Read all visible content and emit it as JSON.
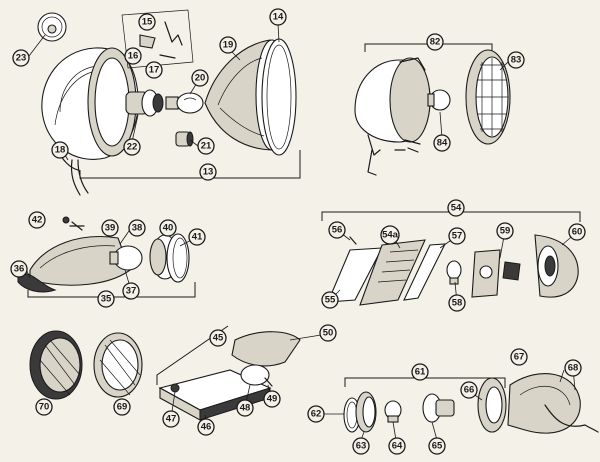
{
  "callouts": [
    {
      "id": "c14",
      "label": "14"
    },
    {
      "id": "c15",
      "label": "15"
    },
    {
      "id": "c16",
      "label": "16"
    },
    {
      "id": "c17",
      "label": "17"
    },
    {
      "id": "c18",
      "label": "18"
    },
    {
      "id": "c19",
      "label": "19"
    },
    {
      "id": "c20",
      "label": "20"
    },
    {
      "id": "c21",
      "label": "21"
    },
    {
      "id": "c22",
      "label": "22"
    },
    {
      "id": "c23",
      "label": "23"
    },
    {
      "id": "c13",
      "label": "13"
    },
    {
      "id": "c82",
      "label": "82"
    },
    {
      "id": "c83",
      "label": "83"
    },
    {
      "id": "c84",
      "label": "84"
    },
    {
      "id": "c42",
      "label": "42"
    },
    {
      "id": "c39",
      "label": "39"
    },
    {
      "id": "c38",
      "label": "38"
    },
    {
      "id": "c40",
      "label": "40"
    },
    {
      "id": "c41",
      "label": "41"
    },
    {
      "id": "c36",
      "label": "36"
    },
    {
      "id": "c37",
      "label": "37"
    },
    {
      "id": "c35",
      "label": "35"
    },
    {
      "id": "c54",
      "label": "54"
    },
    {
      "id": "c56",
      "label": "56"
    },
    {
      "id": "c54a",
      "label": "54a"
    },
    {
      "id": "c57",
      "label": "57"
    },
    {
      "id": "c59",
      "label": "59"
    },
    {
      "id": "c60",
      "label": "60"
    },
    {
      "id": "c55",
      "label": "55"
    },
    {
      "id": "c58",
      "label": "58"
    },
    {
      "id": "c45",
      "label": "45"
    },
    {
      "id": "c50",
      "label": "50"
    },
    {
      "id": "c70",
      "label": "70"
    },
    {
      "id": "c69",
      "label": "69"
    },
    {
      "id": "c47",
      "label": "47"
    },
    {
      "id": "c48",
      "label": "48"
    },
    {
      "id": "c49",
      "label": "49"
    },
    {
      "id": "c46",
      "label": "46"
    },
    {
      "id": "c61",
      "label": "61"
    },
    {
      "id": "c67",
      "label": "67"
    },
    {
      "id": "c68",
      "label": "68"
    },
    {
      "id": "c66",
      "label": "66"
    },
    {
      "id": "c62",
      "label": "62"
    },
    {
      "id": "c63",
      "label": "63"
    },
    {
      "id": "c64",
      "label": "64"
    },
    {
      "id": "c65",
      "label": "65"
    }
  ]
}
